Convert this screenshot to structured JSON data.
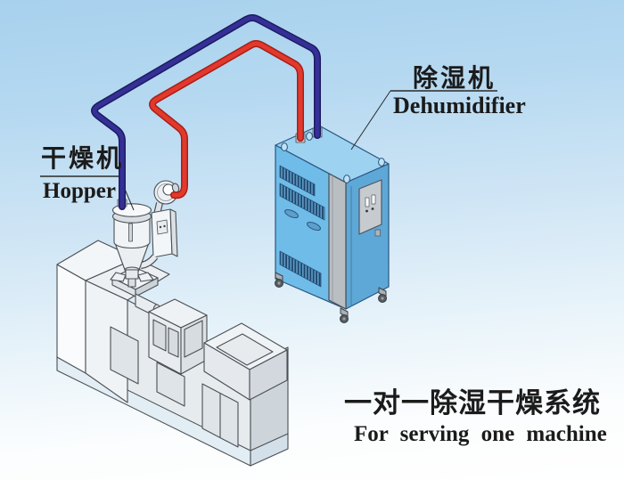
{
  "labels": {
    "hopper": {
      "cn": "干燥机",
      "en": "Hopper"
    },
    "dehumidifier": {
      "cn": "除湿机",
      "en": "Dehumidifier"
    }
  },
  "title": {
    "cn": "一对一除湿干燥系统",
    "en": "For serving one machine"
  },
  "components": {
    "dehumidifier_cabinet": "dehumidifier unit with vents, control panel and casters",
    "hopper_dryer": "hopper dryer with blower and control box on extruder",
    "machine": "extruder / molding machine in isometric line art",
    "supply_pipe": "dark blue air supply pipe from dehumidifier to hopper lid",
    "return_pipe": "red air return pipe from blower to dehumidifier"
  },
  "colors": {
    "background_top": "#a7d1ed",
    "background_bottom": "#ffffff",
    "cabinet_front": "#6fbce8",
    "cabinet_top": "#9dd3f0",
    "cabinet_side": "#5ea8d8",
    "cabinet_strip": "#b9bec3",
    "pipe_blue": "#343097",
    "pipe_blue_edge": "#1e1b60",
    "pipe_red": "#e2392c",
    "pipe_red_edge": "#a81f17",
    "line_art": "#4a5055",
    "text": "#1b1b1b"
  }
}
